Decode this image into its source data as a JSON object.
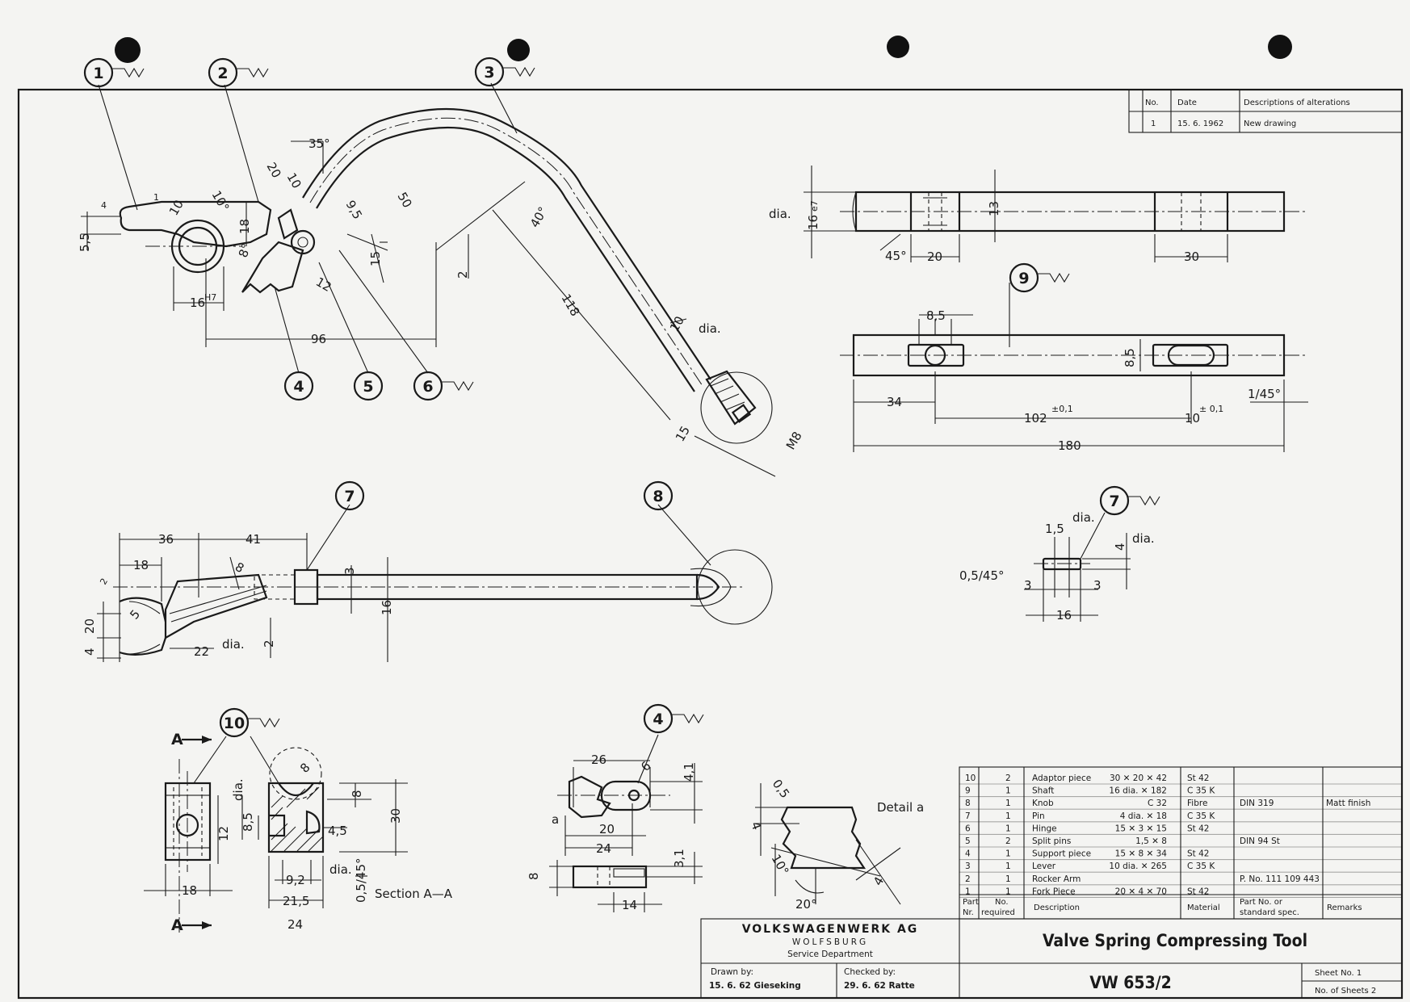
{
  "revision_block": {
    "headers": [
      "No.",
      "Date",
      "Descriptions of alterations"
    ],
    "rows": [
      [
        "1",
        "15. 6. 1962",
        "New drawing"
      ]
    ]
  },
  "balloons": {
    "b1": "1",
    "b2": "2",
    "b3": "3",
    "b4": "4",
    "b5": "5",
    "b6": "6",
    "b7a": "7",
    "b8": "8",
    "b9": "9",
    "b7b": "7",
    "b10": "10",
    "b4b": "4"
  },
  "dims": {
    "lever": {
      "d4": "4",
      "d1": "1",
      "d10deg": "10°",
      "d10": "10",
      "d5_5": "5,5",
      "d18": "18",
      "d20": "20",
      "d10b": "10",
      "d35": "35°",
      "d9_5": "9,5",
      "d15": "15",
      "d2": "2",
      "d12": "12",
      "d8": "8°",
      "d16": "16",
      "h7": "H7",
      "d96": "96",
      "d50": "50",
      "d40": "40°",
      "d118": "118",
      "d10dia": "10",
      "dia": "dia.",
      "d15b": "15",
      "m8": "M8"
    },
    "shaft9": {
      "dia": "dia.",
      "d16": "16",
      "e7": "e7",
      "d13": "13",
      "d45": "45°",
      "d20": "20",
      "d30": "30",
      "d8_5a": "8,5",
      "d8_5b": "8,5",
      "d34": "34",
      "d102": "102",
      "tol1": "±0,1",
      "d10": "10",
      "tol2": "± 0,1",
      "ch": "1/45°",
      "d180": "180"
    },
    "pin7": {
      "d1_5": "1,5",
      "dia": "dia.",
      "d4": "4",
      "dia2": "dia.",
      "ch": "0,5/45°",
      "d3a": "3",
      "d3b": "3",
      "d16": "16"
    },
    "fork": {
      "d36": "36",
      "d41": "41",
      "d18": "18",
      "d8": "8",
      "d3": "3",
      "r2": "2",
      "d5": "5",
      "d20": "20",
      "d4": "4",
      "d22": "22",
      "dia": "dia.",
      "d2": "2",
      "d16": "16"
    },
    "adaptor10": {
      "a1": "A",
      "a2": "A",
      "d18": "18",
      "d12": "12",
      "dia": "dia.",
      "d8_5": "8,5",
      "d8": "8",
      "d8b": "8",
      "d30": "30",
      "d4_5": "4,5",
      "d9_2": "9,2",
      "dia2": "dia.",
      "ch": "0,5/45°",
      "d21_5": "21,5",
      "d24": "24",
      "section": "Section A—A"
    },
    "support4": {
      "d26": "26",
      "d6": "6",
      "d4_1": "4,1",
      "a": "a",
      "d20": "20",
      "d24": "24",
      "d8": "8",
      "d3_1": "3,1",
      "d14": "14"
    },
    "detail": {
      "title": "Detail a",
      "d0_5": "0,5",
      "d4a": "4",
      "d10": "10°",
      "d20": "20°",
      "d4b": "4"
    }
  },
  "parts_list": {
    "rows": [
      {
        "nr": "10",
        "qty": "2",
        "desc": "Adaptor piece",
        "size": "30 ✕ 20 ✕  42",
        "mat": "St 42",
        "std": "",
        "rem": ""
      },
      {
        "nr": "9",
        "qty": "1",
        "desc": "Shaft",
        "size": "16 dia. ✕ 182",
        "mat": "C 35 K",
        "std": "",
        "rem": ""
      },
      {
        "nr": "8",
        "qty": "1",
        "desc": "Knob",
        "size": "C 32",
        "mat": "Fibre",
        "std": "DIN 319",
        "rem": "Matt finish"
      },
      {
        "nr": "7",
        "qty": "1",
        "desc": "Pin",
        "size": "4 dia. ✕  18",
        "mat": "C 35 K",
        "std": "",
        "rem": ""
      },
      {
        "nr": "6",
        "qty": "1",
        "desc": "Hinge",
        "size": "15 ✕  3 ✕  15",
        "mat": "St 42",
        "std": "",
        "rem": ""
      },
      {
        "nr": "5",
        "qty": "2",
        "desc": "Split pins",
        "size": "1,5 ✕   8",
        "mat": "",
        "std": "DIN 94 St",
        "rem": ""
      },
      {
        "nr": "4",
        "qty": "1",
        "desc": "Support piece",
        "size": "15 ✕  8 ✕  34",
        "mat": "St 42",
        "std": "",
        "rem": ""
      },
      {
        "nr": "3",
        "qty": "1",
        "desc": "Lever",
        "size": "10 dia. ✕ 265",
        "mat": "C 35 K",
        "std": "",
        "rem": ""
      },
      {
        "nr": "2",
        "qty": "1",
        "desc": "Rocker Arm",
        "size": "",
        "mat": "",
        "std": "P. No. 111 109 443",
        "rem": ""
      },
      {
        "nr": "1",
        "qty": "1",
        "desc": "Fork Piece",
        "size": "20 ✕  4 ✕  70",
        "mat": "St 42",
        "std": "",
        "rem": ""
      }
    ],
    "headers": {
      "part_nr_1": "Part",
      "part_nr_2": "Nr.",
      "no_req_1": "No.",
      "no_req_2": "required",
      "description": "Description",
      "material": "Material",
      "std_1": "Part No. or",
      "std_2": "standard spec.",
      "remarks": "Remarks"
    }
  },
  "title_block": {
    "company": "VOLKSWAGENWERK AG",
    "city": "WOLFSBURG",
    "department": "Service Department",
    "drawn_label": "Drawn by:",
    "drawn_value": "15. 6. 62 Gieseking",
    "checked_label": "Checked by:",
    "checked_value": "29. 6. 62 Ratte",
    "title": "Valve Spring Compressing Tool",
    "number": "VW 653/2",
    "sheet_no": "Sheet No. 1",
    "no_of_sheets": "No. of Sheets 2"
  }
}
